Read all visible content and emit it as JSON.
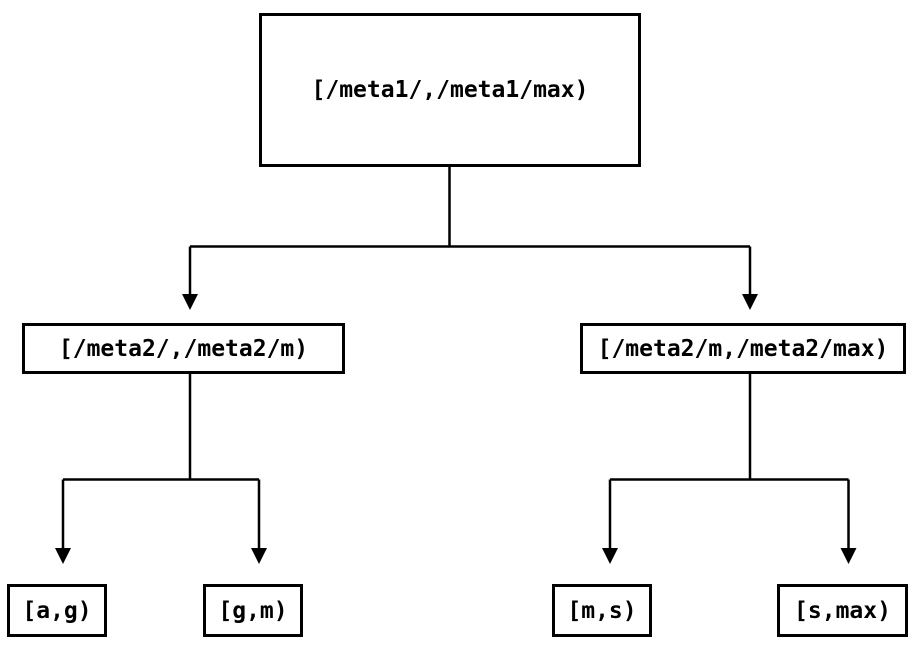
{
  "diagram": {
    "type": "binary-interval-tree",
    "background_color": "#ffffff",
    "line_color": "#000000",
    "text_color": "#000000",
    "nodes": {
      "root": {
        "label": "[/meta1/,/meta1/max)"
      },
      "left_child": {
        "label": "[/meta2/,/meta2/m)"
      },
      "right_child": {
        "label": "[/meta2/m,/meta2/max)"
      },
      "leaf_ag": {
        "label": "[a,g)"
      },
      "leaf_gm": {
        "label": "[g,m)"
      },
      "leaf_ms": {
        "label": "[m,s)"
      },
      "leaf_smax": {
        "label": "[s,max)"
      }
    },
    "edges": [
      {
        "from": "root",
        "to": [
          "left_child",
          "right_child"
        ]
      },
      {
        "from": "left_child",
        "to": [
          "leaf_ag",
          "leaf_gm"
        ]
      },
      {
        "from": "right_child",
        "to": [
          "leaf_ms",
          "leaf_smax"
        ]
      }
    ]
  }
}
